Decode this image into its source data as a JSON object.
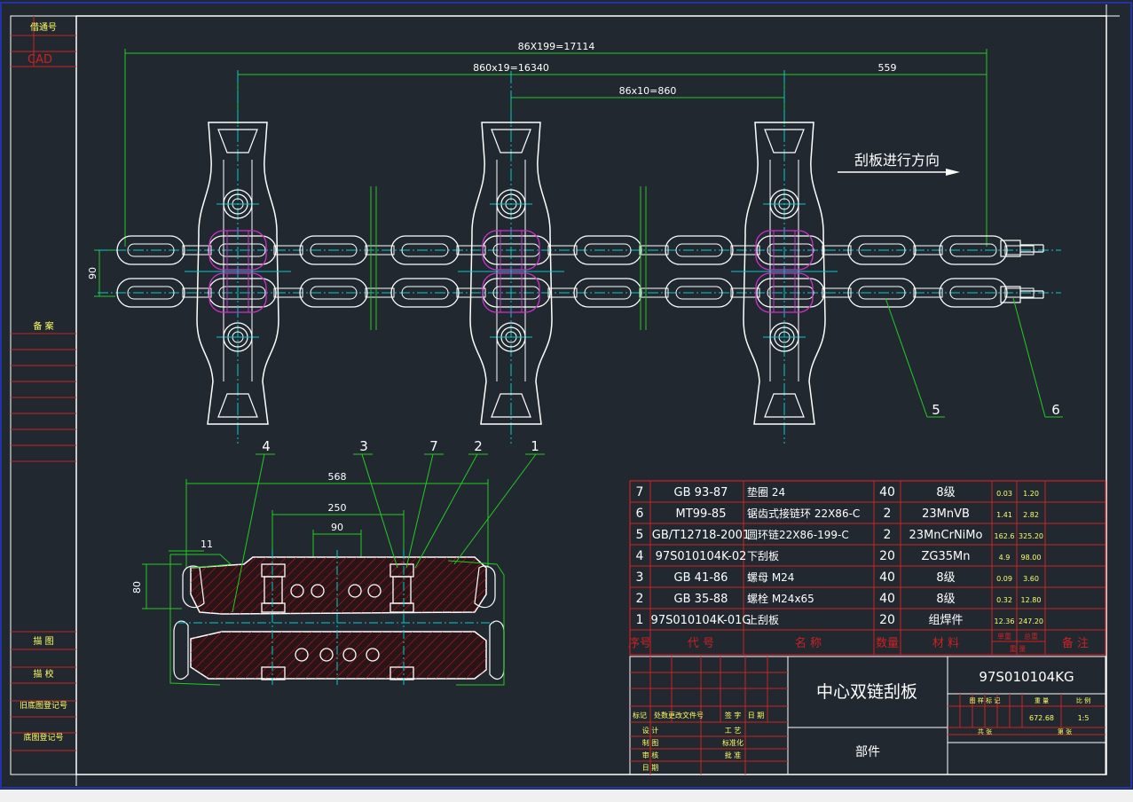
{
  "colors": {
    "background": "#212830",
    "frame": "#ffffff",
    "table_red": "#cc2222",
    "dimension_green": "#22cc22",
    "centerline_cyan": "#00cccc",
    "text_yellow": "#ffff66",
    "magenta": "#cc33cc",
    "hatch_red": "#cc2222",
    "outer_blue": "#2233aa"
  },
  "side_labels": {
    "top1": "借通号",
    "top2": "CAD",
    "mid": "备 案",
    "b1": "描 图",
    "b2": "描 校",
    "b3": "旧底图登记号",
    "b4": "底图登记号"
  },
  "dimensions": {
    "total": "86X199=17114",
    "d1": "860x19=16340",
    "d2": "559",
    "d3": "86x10=860",
    "pitch": "90",
    "section_w": "568",
    "section_w2": "250",
    "section_w3": "90",
    "section_h": "80",
    "section_lip": "11"
  },
  "direction_label": "刮板进行方向",
  "callouts": [
    "4",
    "3",
    "7",
    "2",
    "1",
    "5",
    "6"
  ],
  "bom": {
    "rows": [
      {
        "seq": "7",
        "code": "GB 93-87",
        "name": "垫圈 24",
        "qty": "40",
        "material": "8级",
        "unit": "0.03",
        "total": "1.20"
      },
      {
        "seq": "6",
        "code": "MT99-85",
        "name": "锯齿式接链环 22X86-C",
        "qty": "2",
        "material": "23MnVB",
        "unit": "1.41",
        "total": "2.82"
      },
      {
        "seq": "5",
        "code": "GB/T12718-2001",
        "name": "圆环链22X86-199-C",
        "qty": "2",
        "material": "23MnCrNiMo",
        "unit": "162.6",
        "total": "325.20"
      },
      {
        "seq": "4",
        "code": "97S010104K-02",
        "name": "下刮板",
        "qty": "20",
        "material": "ZG35Mn",
        "unit": "4.9",
        "total": "98.00"
      },
      {
        "seq": "3",
        "code": "GB 41-86",
        "name": "螺母 M24",
        "qty": "40",
        "material": "8级",
        "unit": "0.09",
        "total": "3.60"
      },
      {
        "seq": "2",
        "code": "GB 35-88",
        "name": "螺栓 M24x65",
        "qty": "40",
        "material": "8级",
        "unit": "0.32",
        "total": "12.80"
      },
      {
        "seq": "1",
        "code": "97S010104K-01G",
        "name": "上刮板",
        "qty": "20",
        "material": "组焊件",
        "unit": "12.36",
        "total": "247.20"
      }
    ],
    "header": {
      "seq": "序号",
      "code": "代 号",
      "name": "名 称",
      "qty": "数量",
      "material": "材 料",
      "unit": "单重",
      "total": "总重",
      "weight": "重 量",
      "remark": "备 注"
    }
  },
  "title_block": {
    "title": "中心双链刮板",
    "drawing_no": "97S010104KG",
    "part_type": "部件",
    "weight": "672.68",
    "scale": "1:5",
    "stage_label": "图 样 标 记",
    "weight_label": "重 量",
    "scale_label": "比 例",
    "sheet_label": "共 张",
    "sheet_label2": "第 张",
    "rev_headers": [
      "标记",
      "处数",
      "更改文件号",
      "签 字",
      "日 期"
    ],
    "sign_rows": [
      "设 计",
      "制 图",
      "审 核",
      "日 期"
    ],
    "sign_rows2": [
      "工 艺",
      "标准化",
      "批 准"
    ]
  }
}
